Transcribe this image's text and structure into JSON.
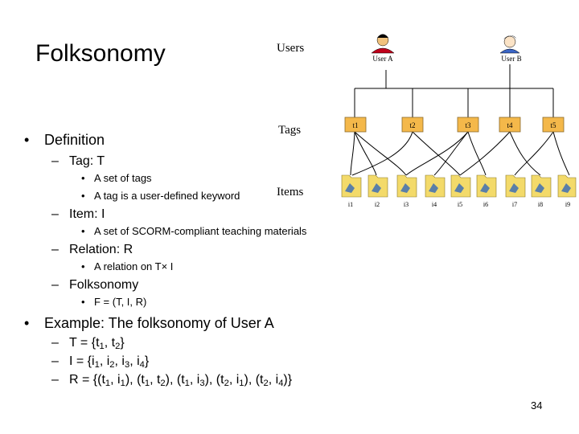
{
  "title": "Folksonomy",
  "definition": {
    "heading": "Definition",
    "tag": {
      "heading": "Tag: T",
      "items": [
        "A set of tags",
        "A tag is a user-defined keyword"
      ]
    },
    "item": {
      "heading": "Item: I",
      "items": [
        "A set of SCORM-compliant teaching materials"
      ]
    },
    "relation": {
      "heading": "Relation: R",
      "items": [
        "A relation on T× I"
      ]
    },
    "folksonomy": {
      "heading": "Folksonomy",
      "items": [
        "F = (T, I, R)"
      ]
    }
  },
  "example": {
    "heading": "Example: The folksonomy of User A",
    "t_prefix": "T = {",
    "i_prefix": "I = {",
    "r_prefix": "R = {"
  },
  "diagram": {
    "users_label": "Users",
    "tags_label": "Tags",
    "items_label": "Items",
    "users": [
      "User A",
      "User B"
    ],
    "tags": [
      "t1",
      "t2",
      "t3",
      "t4",
      "t5"
    ],
    "items": [
      "i1",
      "i2",
      "i3",
      "i4",
      "i5",
      "i6",
      "i7",
      "i8",
      "i9"
    ],
    "colors": {
      "tag_fill": "#f4b84a",
      "folder_fill": "#f3da6a",
      "user_a_shirt": "#c0001a",
      "user_b_shirt": "#3a66c7"
    }
  },
  "page_number": "34"
}
